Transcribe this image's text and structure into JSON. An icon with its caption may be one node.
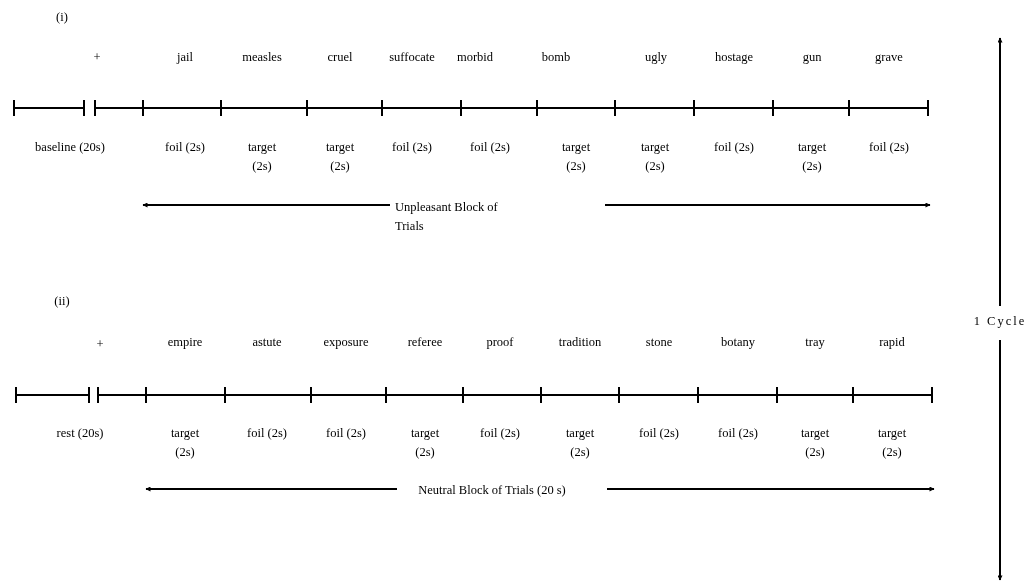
{
  "diagram": {
    "labels": [
      "(i)",
      "+",
      "jail",
      "measles",
      "cruel",
      "suffocate",
      "morbid",
      "bomb",
      "ugly",
      "hostage",
      "gun",
      "grave",
      "baseline (20s)",
      "foil (2s)",
      "target (2s)",
      "target (2s)",
      "foil (2s)",
      "foil (2s)",
      "target (2s)",
      "target (2s)",
      "foil (2s)",
      "target (2s)",
      "foil (2s)",
      "Unpleasant Block of Trials",
      "(ii)",
      "+",
      "empire",
      "astute",
      "exposure",
      "referee",
      "proof",
      "tradition",
      "stone",
      "botany",
      "tray",
      "rapid",
      "1 Cycle",
      "rest (20s)",
      "target (2s)",
      "foil (2s)",
      "foil (2s)",
      "target (2s)",
      "foil (2s)",
      "target (2s)",
      "foil (2s)",
      "foil (2s)",
      "target (2s)",
      "target (2s)",
      "Neutral Block of Trials (20 s)"
    ]
  }
}
